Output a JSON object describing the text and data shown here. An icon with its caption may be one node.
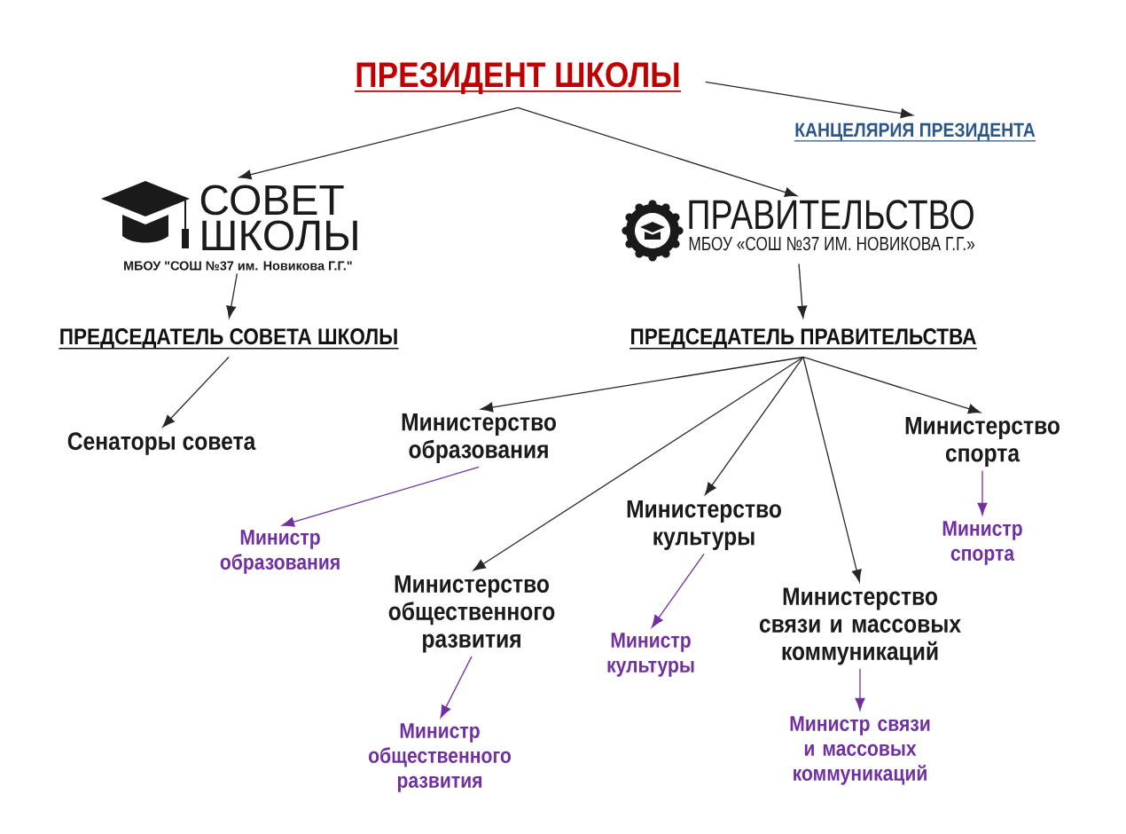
{
  "diagram": {
    "nodes": [
      {
        "text": [
          "ПРЕЗИДЕНТ ШКОЛЫ"
        ]
      },
      {
        "text": [
          "КАНЦЕЛЯРИЯ ПРЕЗИДЕНТА"
        ]
      },
      {
        "text": [
          "СОВЕТ ШКОЛЫ",
          "МБОУ \"СОШ №37 им. Новикова Г.Г.\""
        ]
      },
      {
        "text": [
          "ПРАВИТЕЛЬСТВО",
          "МБОУ «СОШ №37 ИМ. НОВИКОВА Г.Г.»"
        ]
      },
      {
        "text": [
          "ПРЕДСЕДАТЕЛЬ СОВЕТА ШКОЛЫ"
        ]
      },
      {
        "text": [
          "ПРЕДСЕДАТЕЛЬ ПРАВИТЕЛЬСТВА"
        ]
      },
      {
        "text": [
          "Сенаторы совета"
        ]
      },
      {
        "text": [
          "Министерство образования"
        ]
      },
      {
        "text": [
          "Министерство спорта"
        ]
      },
      {
        "text": [
          "Министерство культуры"
        ]
      },
      {
        "text": [
          "Министерство общественного развития"
        ]
      },
      {
        "text": [
          "Министерство связи и массовых коммуникаций"
        ]
      },
      {
        "text": [
          "Министр образования"
        ]
      },
      {
        "text": [
          "Министр спорта"
        ]
      },
      {
        "text": [
          "Министр культуры"
        ]
      },
      {
        "text": [
          "Министр общественного развития"
        ]
      },
      {
        "text": [
          "Министр связи и массовых коммуникаций"
        ]
      }
    ],
    "edges": [
      {
        "from": 0,
        "to": 1,
        "arrow": "to"
      },
      {
        "from": 0,
        "to": 2,
        "arrow": "to"
      },
      {
        "from": 0,
        "to": 3,
        "arrow": "to"
      },
      {
        "from": 2,
        "to": 4,
        "arrow": "to"
      },
      {
        "from": 3,
        "to": 5,
        "arrow": "to"
      },
      {
        "from": 4,
        "to": 6,
        "arrow": "to"
      },
      {
        "from": 5,
        "to": 7,
        "arrow": "to"
      },
      {
        "from": 5,
        "to": 10,
        "arrow": "to"
      },
      {
        "from": 5,
        "to": 9,
        "arrow": "to"
      },
      {
        "from": 5,
        "to": 11,
        "arrow": "to"
      },
      {
        "from": 5,
        "to": 8,
        "arrow": "to"
      },
      {
        "from": 7,
        "to": 12,
        "arrow": "to",
        "color": "#7030a0"
      },
      {
        "from": 8,
        "to": 13,
        "arrow": "to",
        "color": "#7030a0"
      },
      {
        "from": 9,
        "to": 14,
        "arrow": "to",
        "color": "#7030a0"
      },
      {
        "from": 10,
        "to": 15,
        "arrow": "to",
        "color": "#7030a0"
      },
      {
        "from": 11,
        "to": 16,
        "arrow": "to",
        "color": "#7030a0"
      }
    ]
  }
}
